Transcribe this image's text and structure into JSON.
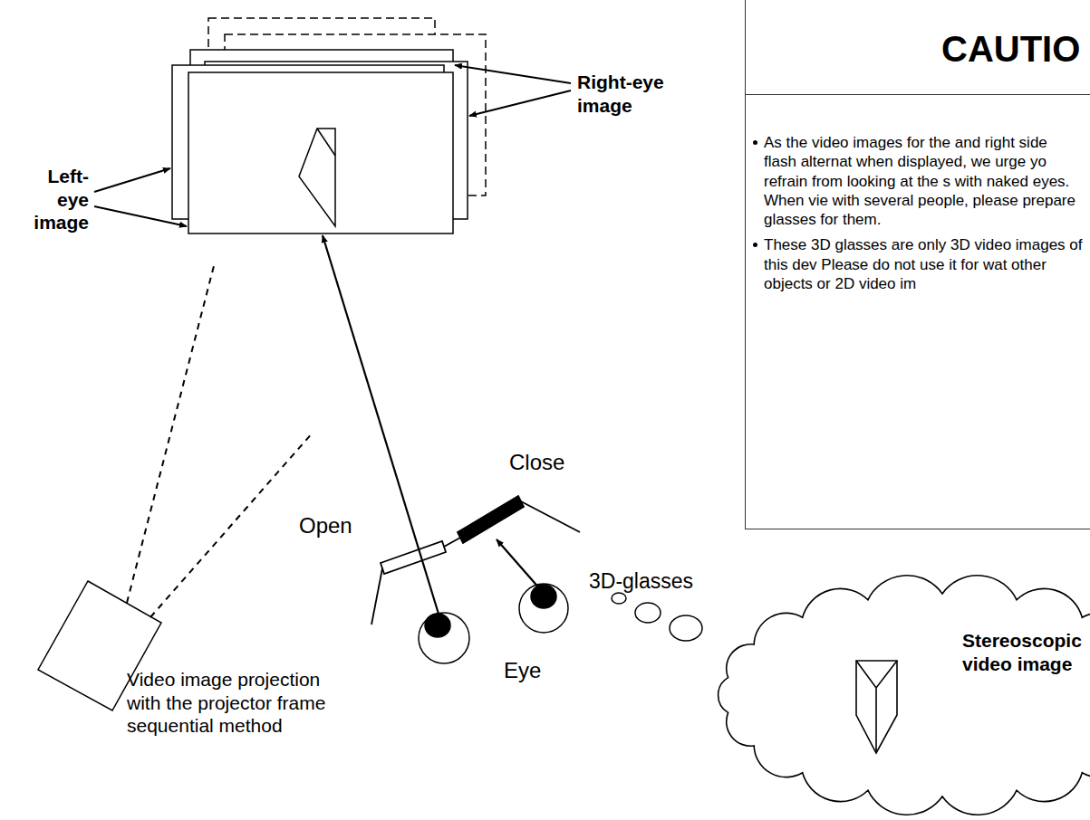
{
  "diagram": {
    "nodes": [
      {
        "text": [
          "CAUTIO",
          "As the video images for the and right side flash alternat when displayed, we urge yo refrain from looking at the s with naked eyes. When vie with several people, please prepare glasses for them.",
          "These 3D glasses are only 3D video images of this dev Please do not use it for wat other objects or 2D video im"
        ]
      },
      {
        "text": [
          "Stereoscopic video image"
        ]
      }
    ],
    "labels": [
      "Left-eye image",
      "Right-eye image",
      "Close",
      "Open",
      "3D-glasses",
      "Eye",
      "Video image projection with the projector frame sequential method"
    ]
  }
}
